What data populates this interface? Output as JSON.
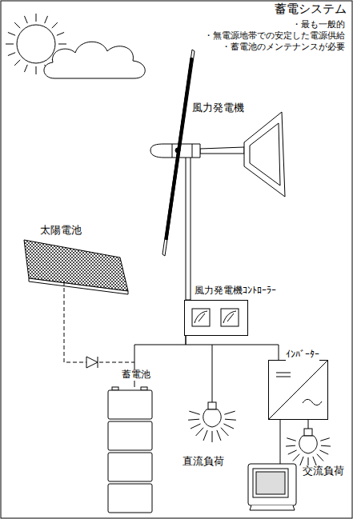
{
  "diagram": {
    "title": "蓄電システム",
    "nodes": [
      {
        "text": [
          "風力発電機ｺﾝﾄﾛｰﾗｰ"
        ]
      },
      {
        "text": [
          "蓄電池"
        ]
      },
      {
        "text": [
          "ｲﾝﾊﾞｰﾀｰ"
        ]
      }
    ],
    "edges": [
      {
        "from": 0,
        "to": 1,
        "arrow": "none"
      },
      {
        "from": 0,
        "to": 2,
        "arrow": "none"
      }
    ],
    "labels": [
      "・最も一般的",
      "・無電源地帯での安定した電源供給",
      "・蓄電池のメンテナンスが必要",
      "風力発電機",
      "太陽電池",
      "直流負荷",
      "交流負荷"
    ]
  }
}
